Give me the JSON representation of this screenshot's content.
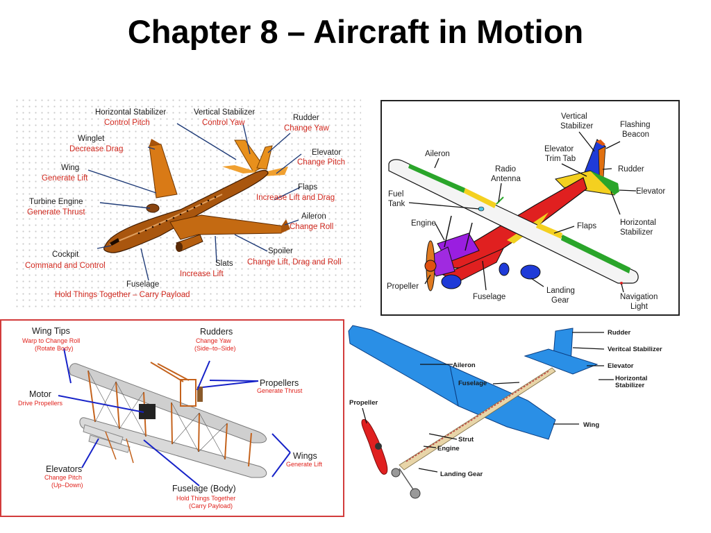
{
  "title": "Chapter 8 – Aircraft in Motion",
  "panel1": {
    "horizontal_stabilizer": "Horizontal Stabilizer",
    "horizontal_stabilizer_fn": "Control   Pitch",
    "vertical_stabilizer": "Vertical Stabilizer",
    "vertical_stabilizer_fn": "Control   Yaw",
    "rudder": "Rudder",
    "rudder_fn": "Change Yaw",
    "winglet": "Winglet",
    "winglet_fn": "Decrease Drag",
    "elevator": "Elevator",
    "elevator_fn": "Change   Pitch",
    "wing": "Wing",
    "wing_fn": "Generate Lift",
    "flaps": "Flaps",
    "flaps_fn": "Increase Lift  and Drag",
    "turbine": "Turbine  Engine",
    "turbine_fn": "Generate  Thrust",
    "aileron": "Aileron",
    "aileron_fn": "Change Roll",
    "cockpit": "Cockpit",
    "cockpit_fn": "Command and Control",
    "spoiler": "Spoiler",
    "spoiler_fn": "Change Lift, Drag and Roll",
    "slats": "Slats",
    "slats_fn": "Increase Lift",
    "fuselage": "Fuselage",
    "fuselage_fn": "Hold Things Together – Carry Payload"
  },
  "panel2": {
    "vertical_stabilizer_1": "Vertical",
    "vertical_stabilizer_2": "Stabilizer",
    "flashing_beacon_1": "Flashing",
    "flashing_beacon_2": "Beacon",
    "aileron": "Aileron",
    "elevator_trim_tab_1": "Elevator",
    "elevator_trim_tab_2": "Trim Tab",
    "radio_antenna_1": "Radio",
    "radio_antenna_2": "Antenna",
    "rudder": "Rudder",
    "fuel_tank_1": "Fuel",
    "fuel_tank_2": "Tank",
    "elevator": "Elevator",
    "engine": "Engine",
    "horizontal_stabilizer_1": "Horizontal",
    "horizontal_stabilizer_2": "Stabilizer",
    "flaps": "Flaps",
    "propeller": "Propeller",
    "fuselage": "Fuselage",
    "landing_gear_1": "Landing",
    "landing_gear_2": "Gear",
    "navigation_light_1": "Navigation",
    "navigation_light_2": "Light"
  },
  "panel3": {
    "wing_tips": "Wing Tips",
    "wing_tips_fn1": "Warp to Change Roll",
    "wing_tips_fn2": "(Rotate Body)",
    "rudders": "Rudders",
    "rudders_fn1": "Change Yaw",
    "rudders_fn2": "(Side–to–Side)",
    "motor": "Motor",
    "motor_fn": "Drive Propellers",
    "propellers": "Propellers",
    "propellers_fn": "Generate Thrust",
    "wings": "Wings",
    "wings_fn": "Generate Lift",
    "elevators": "Elevators",
    "elevators_fn1": "Change Pitch",
    "elevators_fn2": "(Up–Down)",
    "fuselage": "Fuselage  (Body)",
    "fuselage_fn1": "Hold Things Together",
    "fuselage_fn2": "(Carry Payload)"
  },
  "panel4": {
    "rudder": "Rudder",
    "vertical_stabilizer": "Veritcal Stabilizer",
    "aileron": "Aileron",
    "elevator": "Elevator",
    "fuselage": "Fuselage",
    "horizontal_stabilizer_1": "Horizontal",
    "horizontal_stabilizer_2": "Stabilizer",
    "propeller": "Propeller",
    "wing": "Wing",
    "strut": "Strut",
    "engine": "Engine",
    "landing_gear": "Landing Gear"
  },
  "colors": {
    "label_red": "#d0271d",
    "jet_orange": "#e8901c",
    "cessna_red": "#e02020",
    "cessna_purple": "#9a1ee0",
    "cessna_blue": "#1f3bd8",
    "glider_blue": "#2a8fe6",
    "border_red": "#d23b3b"
  }
}
